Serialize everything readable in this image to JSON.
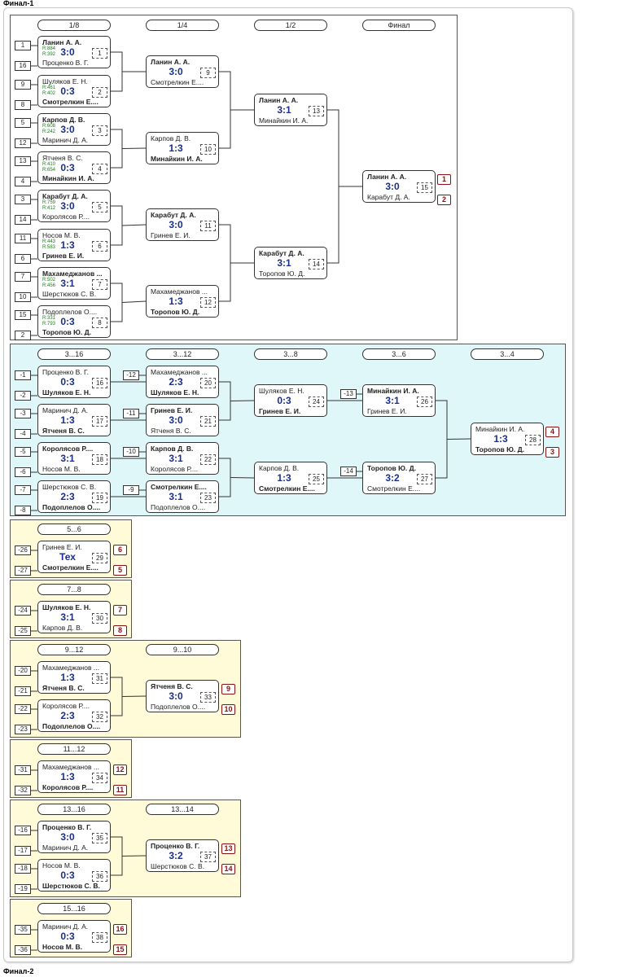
{
  "headers": {
    "top": "Финал-1",
    "bottom": "Финал-2"
  },
  "rounds": {
    "r1_8": "1/8",
    "r1_4": "1/4",
    "r1_2": "1/2",
    "final": "Финал",
    "r3_16": "3...16",
    "r3_12": "3...12",
    "r3_8": "3...8",
    "r3_6": "3...6",
    "r3_4": "3...4",
    "r5_6": "5...6",
    "r7_8": "7...8",
    "r9_12": "9...12",
    "r9_10": "9...10",
    "r11_12": "11...12",
    "r13_16": "13...16",
    "r13_14": "13...14",
    "r15_16": "15...16"
  },
  "seeds": [
    "1",
    "16",
    "9",
    "8",
    "5",
    "12",
    "13",
    "4",
    "3",
    "14",
    "11",
    "6",
    "7",
    "10",
    "15",
    "2",
    "-1",
    "-2",
    "-3",
    "-4",
    "-5",
    "-6",
    "-7",
    "-8",
    "-12",
    "-11",
    "-10",
    "-9",
    "-13",
    "-14",
    "-26",
    "-27",
    "-24",
    "-25",
    "-20",
    "-21",
    "-22",
    "-23",
    "-31",
    "-32",
    "-16",
    "-17",
    "-18",
    "-19",
    "-35",
    "-36"
  ],
  "matches": [
    {
      "n": "1",
      "p1": "Ланин А. А.",
      "p2": "Проценко В. Г.",
      "score": "3:0",
      "w": 1,
      "r1": "R:884",
      "r2": "R:392"
    },
    {
      "n": "2",
      "p1": "Шуляков Е. Н.",
      "p2": "Смотрелкин Е....",
      "score": "0:3",
      "w": 2,
      "r1": "R:461",
      "r2": "R:402"
    },
    {
      "n": "3",
      "p1": "Карпов Д. В.",
      "p2": "Маринич Д. А.",
      "score": "3:0",
      "w": 1,
      "r1": "R:608",
      "r2": "R:242"
    },
    {
      "n": "4",
      "p1": "Ятченя В. С.",
      "p2": "Минайкин И. А.",
      "score": "0:3",
      "w": 2,
      "r1": "R:410",
      "r2": "R:654"
    },
    {
      "n": "5",
      "p1": "Карабут Д. А.",
      "p2": "Королясов Р....",
      "score": "3:0",
      "w": 1,
      "r1": "R:759",
      "r2": "R:412"
    },
    {
      "n": "6",
      "p1": "Носов М. В.",
      "p2": "Гринев Е. И.",
      "score": "1:3",
      "w": 2,
      "r1": "R:443",
      "r2": "R:583"
    },
    {
      "n": "7",
      "p1": "Махамеджанов ...",
      "p2": "Шерстюков С. В.",
      "score": "3:1",
      "w": 1,
      "r1": "R:502",
      "r2": "R:456"
    },
    {
      "n": "8",
      "p1": "Подоплелов О....",
      "p2": "Торопов Ю. Д.",
      "score": "0:3",
      "w": 2,
      "r1": "R:331",
      "r2": "R:793"
    },
    {
      "n": "9",
      "p1": "Ланин А. А.",
      "p2": "Смотрелкин Е....",
      "score": "3:0",
      "w": 1
    },
    {
      "n": "10",
      "p1": "Карпов Д. В.",
      "p2": "Минайкин И. А.",
      "score": "1:3",
      "w": 2
    },
    {
      "n": "11",
      "p1": "Карабут Д. А.",
      "p2": "Гринев Е. И.",
      "score": "3:0",
      "w": 1
    },
    {
      "n": "12",
      "p1": "Махамеджанов ...",
      "p2": "Торопов Ю. Д.",
      "score": "1:3",
      "w": 2
    },
    {
      "n": "13",
      "p1": "Ланин А. А.",
      "p2": "Минайкин И. А.",
      "score": "3:1",
      "w": 1
    },
    {
      "n": "14",
      "p1": "Карабут Д. А.",
      "p2": "Торопов Ю. Д.",
      "score": "3:1",
      "w": 1
    },
    {
      "n": "15",
      "p1": "Ланин А. А.",
      "p2": "Карабут Д. А.",
      "score": "3:0",
      "w": 1
    },
    {
      "n": "16",
      "p1": "Проценко В. Г.",
      "p2": "Шуляков Е. Н.",
      "score": "0:3",
      "w": 2
    },
    {
      "n": "17",
      "p1": "Маринич Д. А.",
      "p2": "Ятченя В. С.",
      "score": "1:3",
      "w": 2
    },
    {
      "n": "18",
      "p1": "Королясов Р....",
      "p2": "Носов М. В.",
      "score": "3:1",
      "w": 1
    },
    {
      "n": "19",
      "p1": "Шерстюков С. В.",
      "p2": "Подоплелов О....",
      "score": "2:3",
      "w": 2
    },
    {
      "n": "20",
      "p1": "Махамеджанов ...",
      "p2": "Шуляков Е. Н.",
      "score": "2:3",
      "w": 2
    },
    {
      "n": "21",
      "p1": "Гринев Е. И.",
      "p2": "Ятченя В. С.",
      "score": "3:0",
      "w": 1
    },
    {
      "n": "22",
      "p1": "Карпов Д. В.",
      "p2": "Королясов Р....",
      "score": "3:1",
      "w": 1
    },
    {
      "n": "23",
      "p1": "Смотрелкин Е....",
      "p2": "Подоплелов О....",
      "score": "3:1",
      "w": 1
    },
    {
      "n": "24",
      "p1": "Шуляков Е. Н.",
      "p2": "Гринев Е. И.",
      "score": "0:3",
      "w": 2
    },
    {
      "n": "25",
      "p1": "Карпов Д. В.",
      "p2": "Смотрелкин Е....",
      "score": "1:3",
      "w": 2
    },
    {
      "n": "26",
      "p1": "Минайкин И. А.",
      "p2": "Гринев Е. И.",
      "score": "3:1",
      "w": 1
    },
    {
      "n": "27",
      "p1": "Торопов Ю. Д.",
      "p2": "Смотрелкин Е....",
      "score": "3:2",
      "w": 1
    },
    {
      "n": "28",
      "p1": "Минайкин И. А.",
      "p2": "Торопов Ю. Д.",
      "score": "1:3",
      "w": 2
    },
    {
      "n": "29",
      "p1": "Гринев Е. И.",
      "p2": "Смотрелкин Е....",
      "score": "Тех",
      "w": 2
    },
    {
      "n": "30",
      "p1": "Шуляков Е. Н.",
      "p2": "Карпов Д. В.",
      "score": "3:1",
      "w": 1
    },
    {
      "n": "31",
      "p1": "Махамеджанов ...",
      "p2": "Ятченя В. С.",
      "score": "1:3",
      "w": 2
    },
    {
      "n": "32",
      "p1": "Королясов Р....",
      "p2": "Подоплелов О....",
      "score": "2:3",
      "w": 2
    },
    {
      "n": "33",
      "p1": "Ятченя В. С.",
      "p2": "Подоплелов О....",
      "score": "3:0",
      "w": 1
    },
    {
      "n": "34",
      "p1": "Махамеджанов ...",
      "p2": "Королясов Р....",
      "score": "1:3",
      "w": 2
    },
    {
      "n": "35",
      "p1": "Проценко В. Г.",
      "p2": "Маринич Д. А.",
      "score": "3:0",
      "w": 1
    },
    {
      "n": "36",
      "p1": "Носов М. В.",
      "p2": "Шерстюков С. В.",
      "score": "0:3",
      "w": 2
    },
    {
      "n": "37",
      "p1": "Проценко В. Г.",
      "p2": "Шерстюков С. В.",
      "score": "3:2",
      "w": 1
    },
    {
      "n": "38",
      "p1": "Маринич Д. А.",
      "p2": "Носов М. В.",
      "score": "0:3",
      "w": 2
    }
  ],
  "places": [
    "1",
    "2",
    "4",
    "3",
    "6",
    "5",
    "7",
    "8",
    "9",
    "10",
    "12",
    "11",
    "13",
    "14",
    "16",
    "15"
  ],
  "colors": {
    "consolation_bg": "#dff7f9",
    "classification_bg": "#fffbd9",
    "score": "#1a2f8a",
    "place": "#8b1010",
    "rating": "#1b7a1b"
  }
}
